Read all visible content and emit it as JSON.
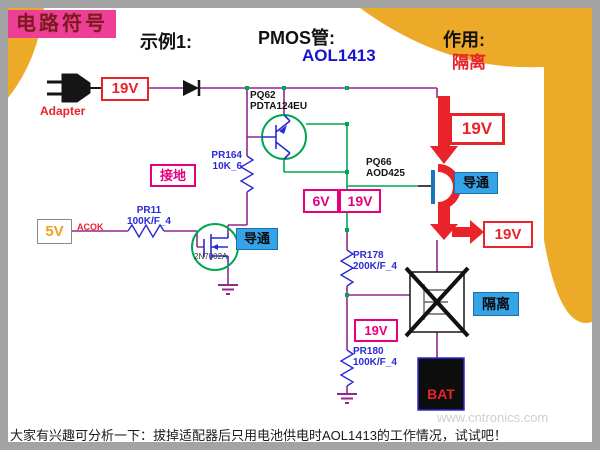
{
  "page": {
    "title": "电路符号",
    "caption": "大家有兴趣可分析一下：拔掉适配器后只用电池供电时AOL1413的工作情况，试试吧！",
    "watermark": "www.cntronics.com"
  },
  "header": {
    "example": "示例1:",
    "pmos_label": "PMOS管:",
    "pmos_part": "AOL1413",
    "function_label": "作用:",
    "function_value": "隔离"
  },
  "labels": {
    "adapter": "Adapter",
    "v19_top": "19V",
    "v19_right_upper": "19V",
    "v19_right_lower": "19V",
    "v19_mid": "19V",
    "v19_lower": "19V",
    "v6": "6V",
    "v5": "5V",
    "acok": "ACOK",
    "grounded": "接地",
    "conduct_left": "导通",
    "conduct_right": "导通",
    "isolate": "隔离",
    "bat": "BAT"
  },
  "components": {
    "pq62": {
      "ref": "PQ62",
      "part": "PDTA124EU"
    },
    "pq66": {
      "ref": "PQ66",
      "part": "AOD425"
    },
    "q1": {
      "part": "2N7002A"
    },
    "pr164": {
      "ref": "PR164",
      "value": "10K_6"
    },
    "pr11": {
      "ref": "PR11",
      "value": "100K/F_4"
    },
    "pr178": {
      "ref": "PR178",
      "value": "200K/F_4"
    },
    "pr180": {
      "ref": "PR180",
      "value": "100K/F_4"
    }
  },
  "colors": {
    "page_bg": "#a3a3a3",
    "slide_bg": "#ffffff",
    "gold_decor": "#edaa28",
    "title_bg": "#ee3f96",
    "title_text": "#7a1a1a",
    "red": "#e8232a",
    "magenta": "#e6007e",
    "blue_box": "#35a3e8",
    "wire_purple": "#92278f",
    "wire_green": "#00a651",
    "resistor_blue": "#2a2ad4",
    "part_blue": "#1515d0"
  }
}
